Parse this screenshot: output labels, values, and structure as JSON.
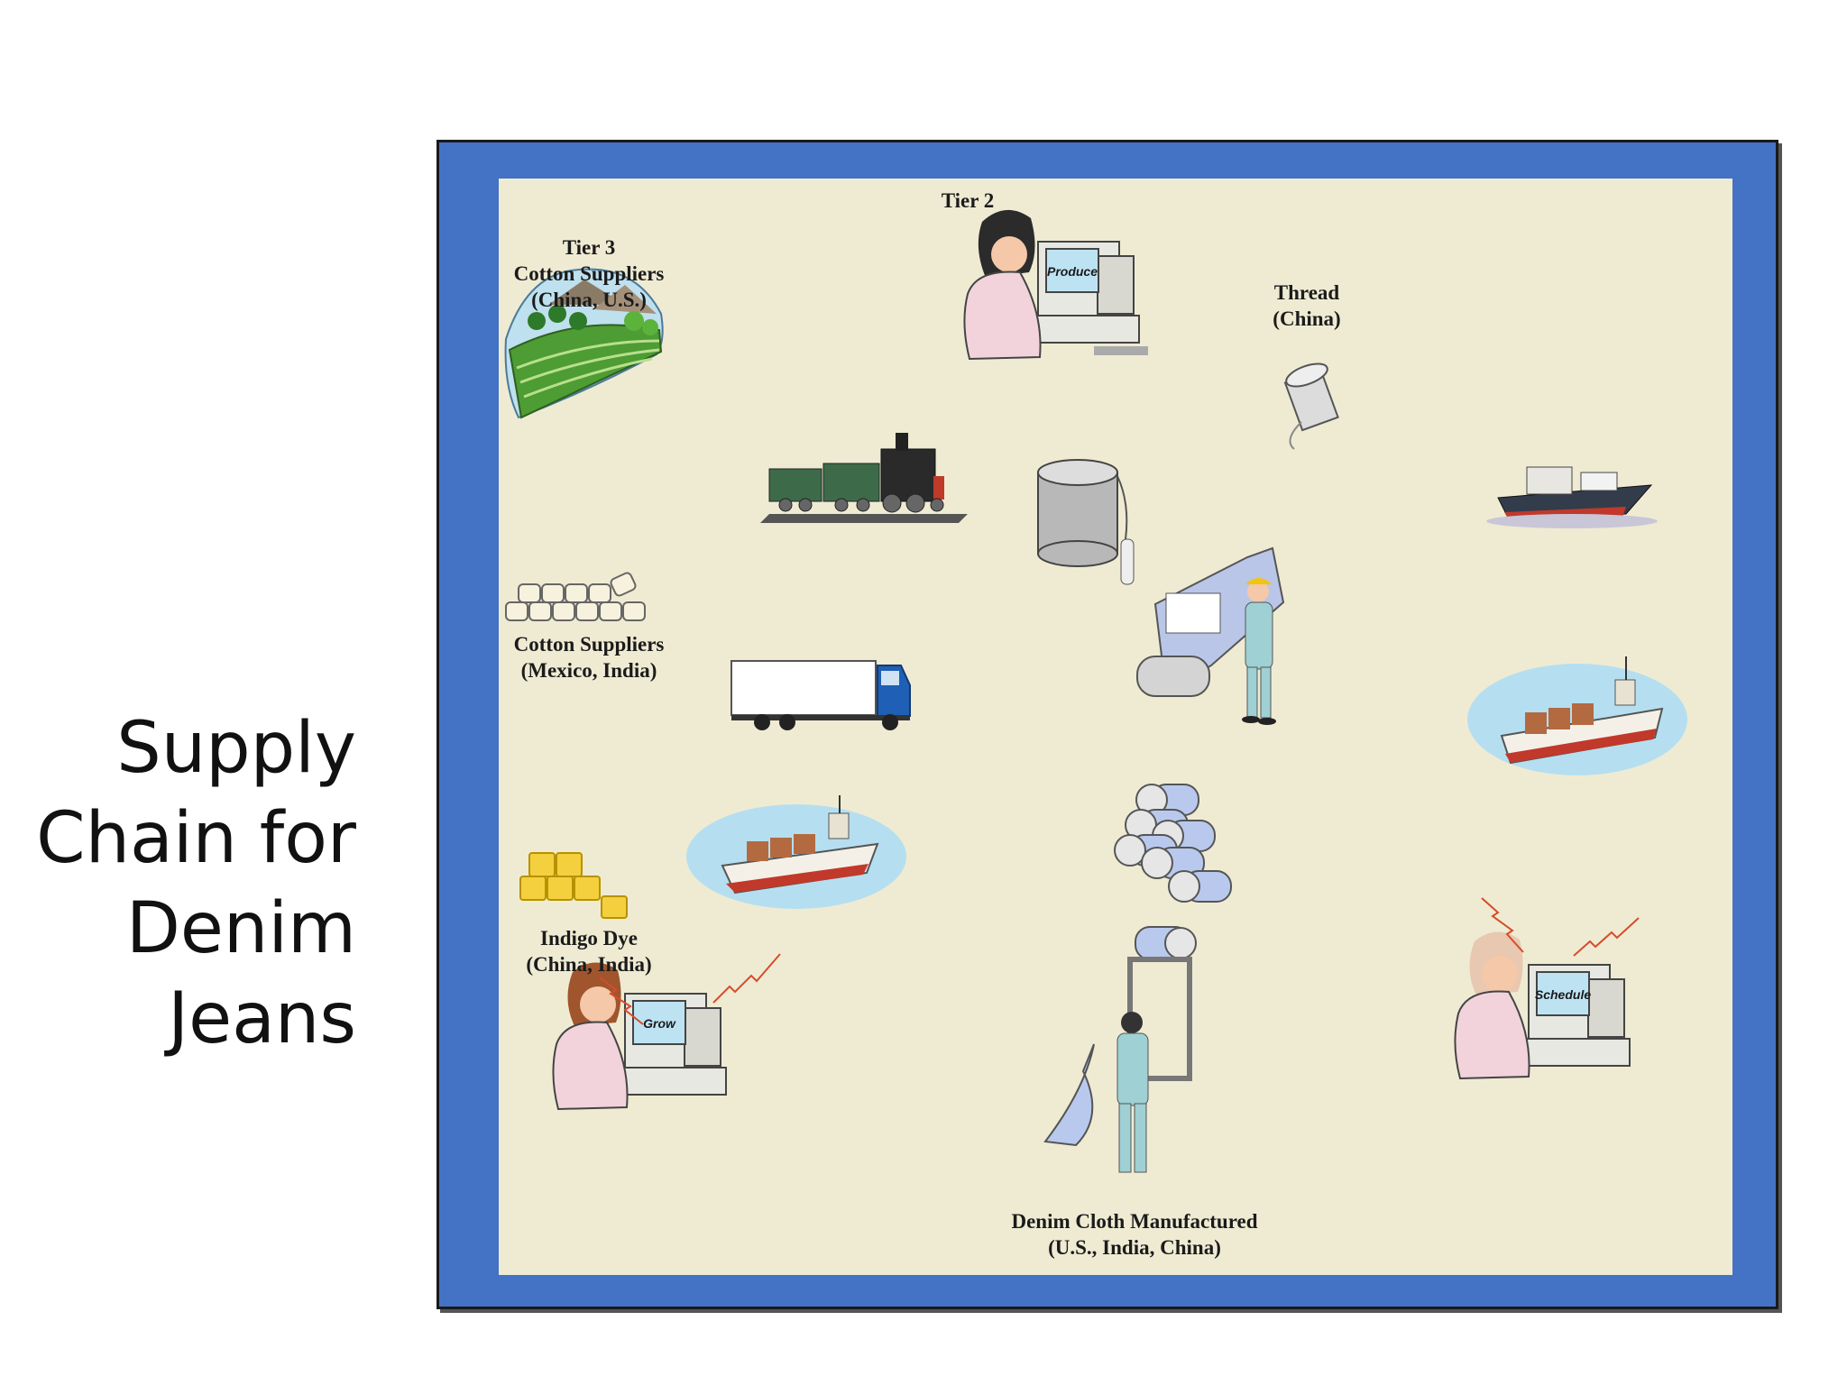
{
  "slide": {
    "title": "Supply\nChain for\nDenim\nJeans"
  },
  "diagram": {
    "labels": {
      "tier2": "Tier 2",
      "tier3": "Tier 3\nCotton Suppliers\n(China, U.S.)",
      "thread": "Thread\n(China)",
      "cotton_mexico": "Cotton Suppliers\n(Mexico, India)",
      "indigo": "Indigo Dye\n(China, India)",
      "denim": "Denim Cloth Manufactured\n(U.S., India, China)"
    },
    "screens": {
      "produce": "Produce",
      "grow": "Grow",
      "schedule": "Schedule"
    },
    "colors": {
      "frame": "#4472c4",
      "panel": "#efebd3",
      "worker": "#9ed0d4",
      "shirt": "#f2d3dc"
    },
    "icons": [
      "farm-icon",
      "train-icon",
      "cotton-bales-icon",
      "truck-icon",
      "cargo-ship-icon",
      "container-ship-icon",
      "indigo-barrels-icon",
      "thread-spool-icon",
      "fabric-rolls-icon",
      "spinning-machine-icon",
      "loom-icon",
      "computer-operator-icon",
      "signal-icon"
    ]
  }
}
